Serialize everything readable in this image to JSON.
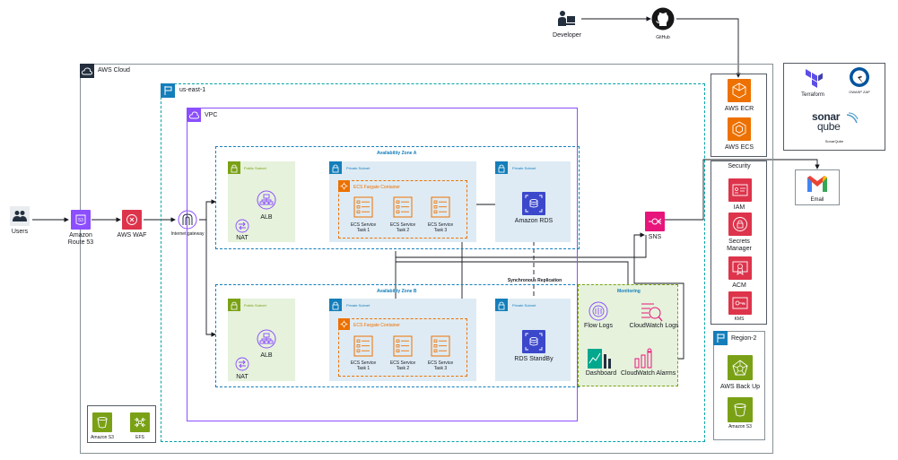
{
  "colors": {
    "orange": "#ED7100",
    "purple": "#8C4FFF",
    "red": "#DD344C",
    "pink": "#E7157B",
    "green": "#7AA116",
    "teal": "#01A88D",
    "blue": "#147EBA",
    "subnet_green": "#E6F2DC",
    "subnet_blue": "#DEEBF4",
    "vpc_border": "#8C4FFF",
    "region_border": "#00A4A6"
  },
  "developer": {
    "label": "Developer"
  },
  "github": {
    "label": "GitHub"
  },
  "users": {
    "label": "Users"
  },
  "route53": {
    "label": "Amazon\nRoute 53"
  },
  "waf": {
    "label": "AWS WAF"
  },
  "igw": {
    "label": "Internet gateway"
  },
  "cloud": {
    "label": "AWS Cloud"
  },
  "region": {
    "label": "us-east-1"
  },
  "vpc": {
    "label": "VPC"
  },
  "az_a": {
    "label": "Availability Zone A",
    "public_subnet": "Public Subnet",
    "private_subnet": "Private Subnet",
    "db_subnet": "Private Subnet",
    "alb": "ALB",
    "nat": "NAT",
    "fargate": "ECS Fargate Container",
    "tasks": [
      "ECS Service\nTask 1",
      "ECS Service\nTask 2",
      "ECS Service\nTask 3"
    ],
    "rds": "Amazon RDS"
  },
  "az_b": {
    "label": "Availability Zone B",
    "public_subnet": "Public Subnet",
    "private_subnet": "Private Subnet",
    "db_subnet": "Private Subnet",
    "alb": "ALB",
    "nat": "NAT",
    "fargate": "ECS Fargate Container",
    "tasks": [
      "ECS Service\nTask 1",
      "ECS Service\nTask 2",
      "ECS Service\nTask 3"
    ],
    "rds": "RDS StandBy"
  },
  "replication": {
    "label": "Synchronous Replication"
  },
  "storage": {
    "s3": "Amazon S3",
    "efs": "EFS"
  },
  "monitoring": {
    "label": "Monitoring",
    "flow_logs": "Flow Logs",
    "cw_logs": "CloudWatch Logs",
    "dashboard": "Dashboard",
    "cw_alarms": "CloudWatch Alarms"
  },
  "ecr": {
    "label": "AWS ECR"
  },
  "ecs": {
    "label": "AWS ECS"
  },
  "sns": {
    "label": "SNS"
  },
  "email": {
    "label": "Email"
  },
  "security": {
    "label": "Security",
    "iam": "IAM",
    "secrets": "Secrets\nManager",
    "acm": "ACM",
    "kms": "KMS"
  },
  "region2": {
    "label": "Region-2",
    "backup": "AWS Back Up",
    "s3": "Amazon S3"
  },
  "tools": {
    "terraform": "Terraform",
    "zap": "OWASP ZAP",
    "sonar_word1": "sonar",
    "sonar_word2": "qube",
    "sonar_caption": "SonarQube"
  }
}
